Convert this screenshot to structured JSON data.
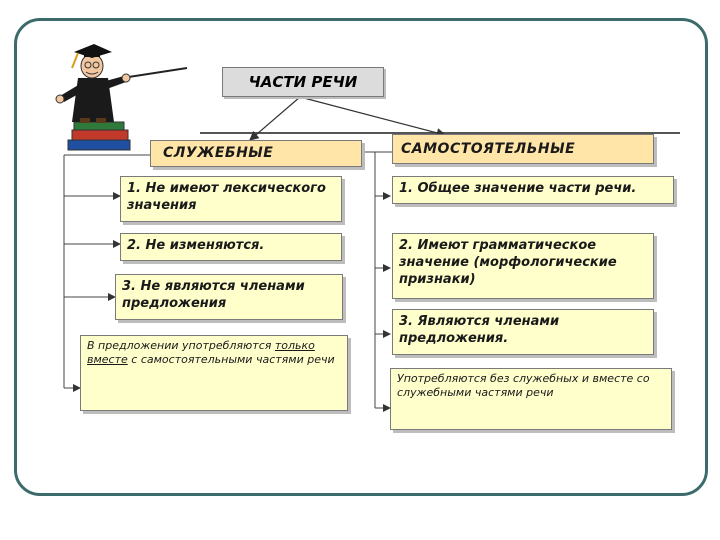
{
  "title": "ЧАСТИ РЕЧИ",
  "left": {
    "header": "СЛУЖЕБНЫЕ",
    "items": [
      "1. Не имеют лексического значения",
      "2. Не изменяются.",
      "3. Не являются членами предложения"
    ],
    "usage_prefix": "В предложении употребляются",
    "usage_emph": "только вместе",
    "usage_suffix": "с самостоятельными частями речи"
  },
  "right": {
    "header": "САМОСТОЯТЕЛЬНЫЕ",
    "items": [
      "1. Общее значение части речи.",
      "2. Имеют грамматическое значение (морфологические признаки)",
      "3. Являются членами предложения."
    ],
    "usage": "Употребляются без служебных и вместе со служебными частями речи"
  }
}
